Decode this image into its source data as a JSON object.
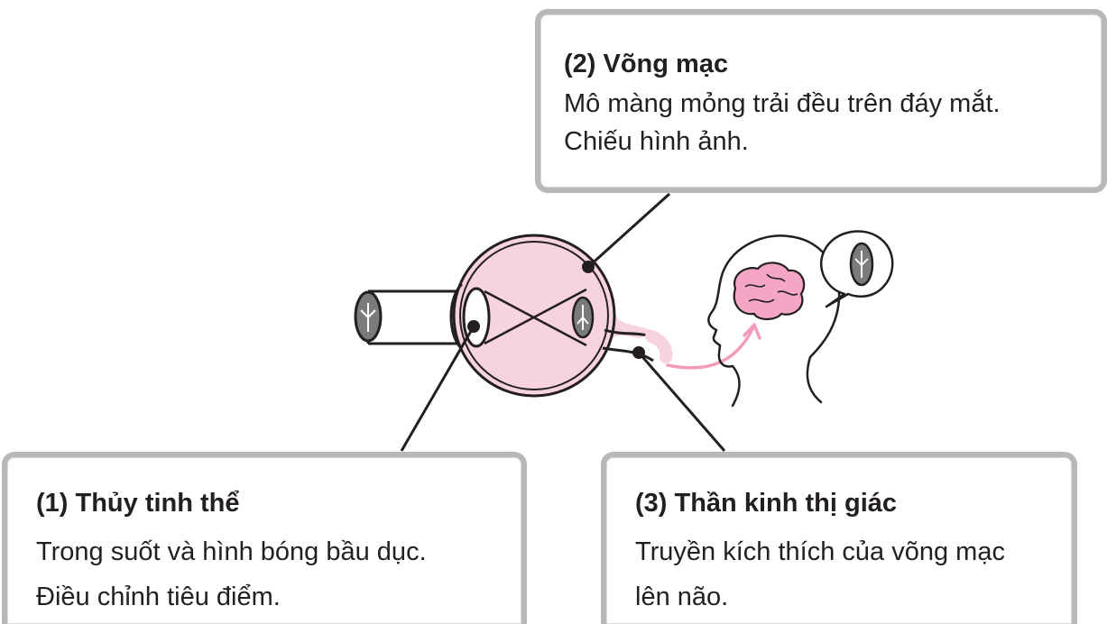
{
  "callouts": {
    "retina": {
      "title": "(2) Võng mạc",
      "line1": "Mô màng mỏng trải đều trên đáy mắt.",
      "line2": "Chiếu hình ảnh."
    },
    "lens": {
      "title": "(1) Thủy tinh thể",
      "line1": "Trong suốt và hình bóng bầu dục.",
      "line2": "Điều chỉnh tiêu điểm."
    },
    "optic_nerve": {
      "title": "(3) Thần kinh thị giác",
      "line1": "Truyền kích thích của võng mạc",
      "line2": "lên não."
    }
  },
  "illustration": {
    "icons": [
      "leaf-icon",
      "eye-icon",
      "lens-icon",
      "inverted-leaf-icon",
      "optic-nerve-icon",
      "arrow-icon",
      "head-icon",
      "brain-icon",
      "thought-bubble-icon"
    ],
    "colors": {
      "eye_fill": "#f7d3df",
      "arrow": "#f29bbd",
      "brain": "#f5a6c4",
      "leaf": "#7b7b7b",
      "box_border": "#b8b8b8",
      "ink": "#231f20"
    }
  }
}
